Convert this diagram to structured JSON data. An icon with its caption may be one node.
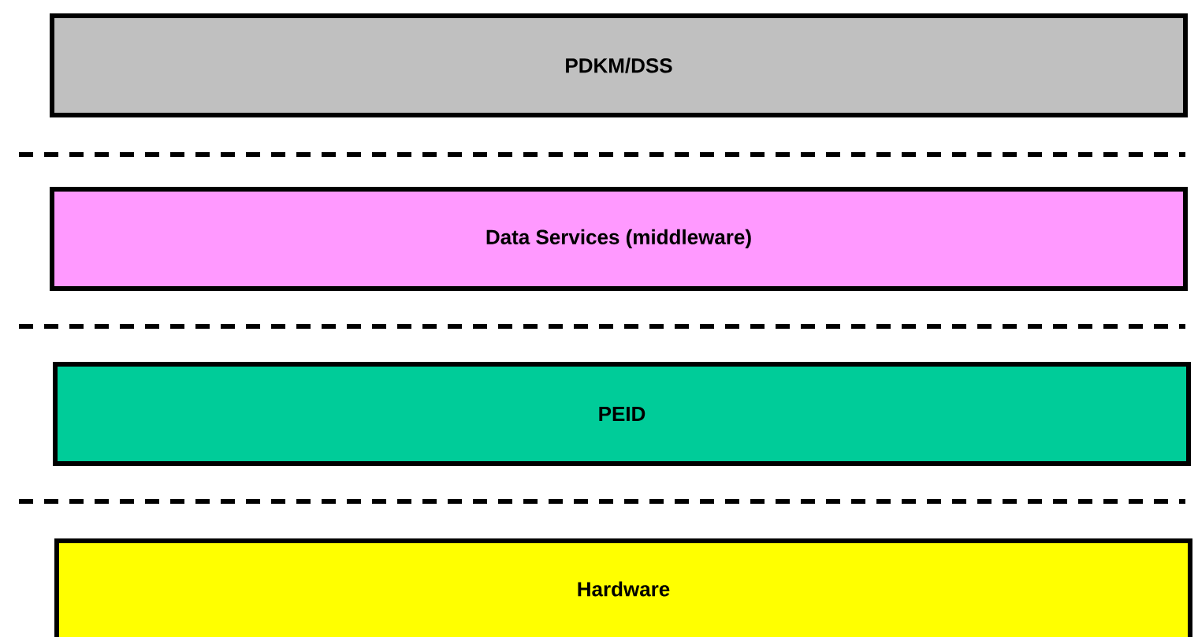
{
  "diagram": {
    "nodes": [
      {
        "text": [
          "PDKM/DSS"
        ]
      },
      {
        "text": [
          "Data Services (middleware)"
        ]
      },
      {
        "text": [
          "PEID"
        ]
      },
      {
        "text": [
          "Hardware"
        ]
      }
    ]
  }
}
